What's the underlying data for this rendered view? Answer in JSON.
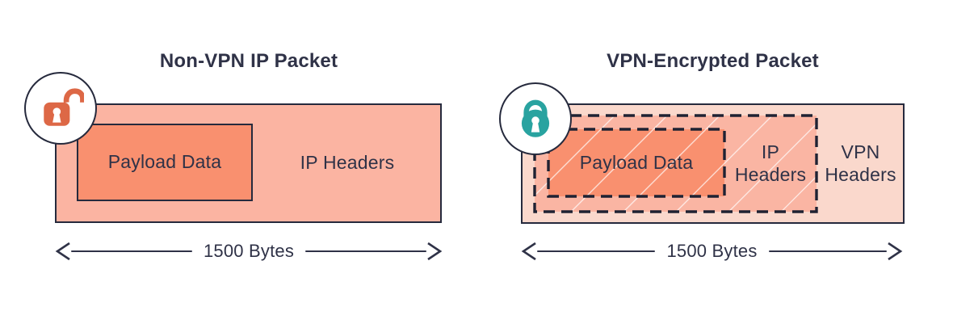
{
  "page": {
    "background": "#ffffff"
  },
  "colors": {
    "text": "#2F3247",
    "outline": "#262A3D",
    "left_packet_fill": "#FBB4A2",
    "right_packet_fill": "#FAD8CC",
    "payload_fill": "#F9906F",
    "encrypted_region_fill": "#FAB5A3",
    "unlocked_accent": "#DD6846",
    "locked_accent": "#29A3A0"
  },
  "left_panel": {
    "title": "Non-VPN IP Packet",
    "lock_state": "unlocked",
    "payload_label": "Payload Data",
    "ip_headers_label": "IP Headers",
    "size_label": "1500 Bytes"
  },
  "right_panel": {
    "title": "VPN-Encrypted Packet",
    "lock_state": "locked",
    "payload_label": "Payload Data",
    "ip_headers_label": "IP Headers",
    "vpn_headers_label": "VPN Headers",
    "size_label": "1500 Bytes"
  }
}
